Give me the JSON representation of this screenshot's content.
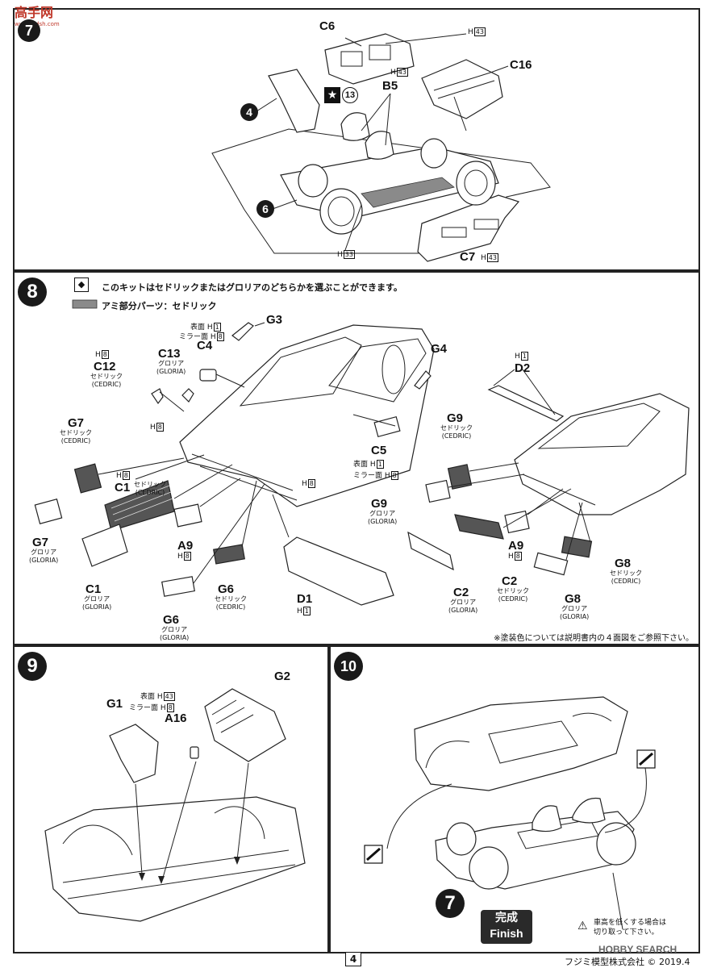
{
  "watermark_top": {
    "text": "高手网",
    "sub": "www.ssdsh.com"
  },
  "step7": {
    "labels": {
      "c6": "C6",
      "c16": "C16",
      "b5": "B5",
      "c7": "C7",
      "n13": "13",
      "n4": "4",
      "n6": "6"
    },
    "h43a": "43",
    "h43b": "43",
    "h33": "33",
    "h43c": "43"
  },
  "step8": {
    "number": "8",
    "choose_note": "このキットはセドリックまたはグロリアのどちらかを選ぶことができます。",
    "mesh_note": "アミ部分パーツ：セドリック",
    "g3": "G3",
    "surface": "表面",
    "mirror": "ミラー面",
    "h1": "1",
    "h8": "8",
    "c4": "C4",
    "c13": "C13",
    "gloria_jp": "グロリア",
    "gloria_en": "(GLORIA)",
    "cedric_jp": "セドリック",
    "cedric_en": "(CEDRIC)",
    "c12": "C12",
    "g4": "G4",
    "d2": "D2",
    "g7": "G7",
    "c1": "C1",
    "c5": "C5",
    "g9": "G9",
    "a9": "A9",
    "g6": "G6",
    "d1": "D1",
    "c2": "C2",
    "g8": "G8",
    "paint_note": "※塗装色については説明書内の４面図をご参照下さい。"
  },
  "step9": {
    "number": "9",
    "g1": "G1",
    "g2": "G2",
    "a16": "A16",
    "surface": "表面",
    "mirror": "ミラー面",
    "h43": "43",
    "h8": "8"
  },
  "step10": {
    "number": "10",
    "n7": "7",
    "finish_jp": "完成",
    "finish_en": "Finish",
    "caution": "車高を低くする場合は\n切り取って下さい。"
  },
  "footer": {
    "page": "4",
    "company": "フジミ模型株式会社 © 2019.4",
    "watermark": "HOBBY SEARCH"
  }
}
